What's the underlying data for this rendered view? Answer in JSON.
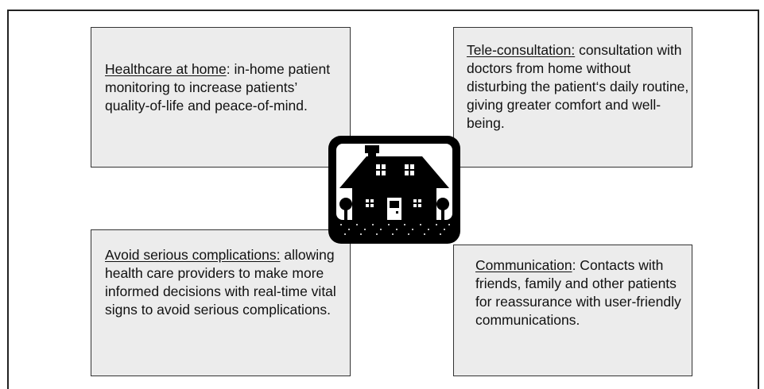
{
  "boxes": {
    "top_left": {
      "heading": "Healthcare at home",
      "body": ": in-home patient monitoring to increase patients’ quality-of-life and peace-of-mind."
    },
    "top_right": {
      "heading": "Tele-consultation:",
      "body": " consultation with doctors from home without disturbing the patient‘s daily routine, giving greater comfort and well-being."
    },
    "bottom_left": {
      "heading": "Avoid serious complications:",
      "body": " allowing health care providers to make more informed decisions with real-time vital signs to avoid serious complications."
    },
    "bottom_right": {
      "heading": "Communication",
      "body": ": Contacts with friends, family and other patients for reassurance with user-friendly communications."
    }
  },
  "center_icon": "house-icon",
  "colors": {
    "box_fill": "#ececec",
    "border": "#333333",
    "icon": "#000000"
  }
}
